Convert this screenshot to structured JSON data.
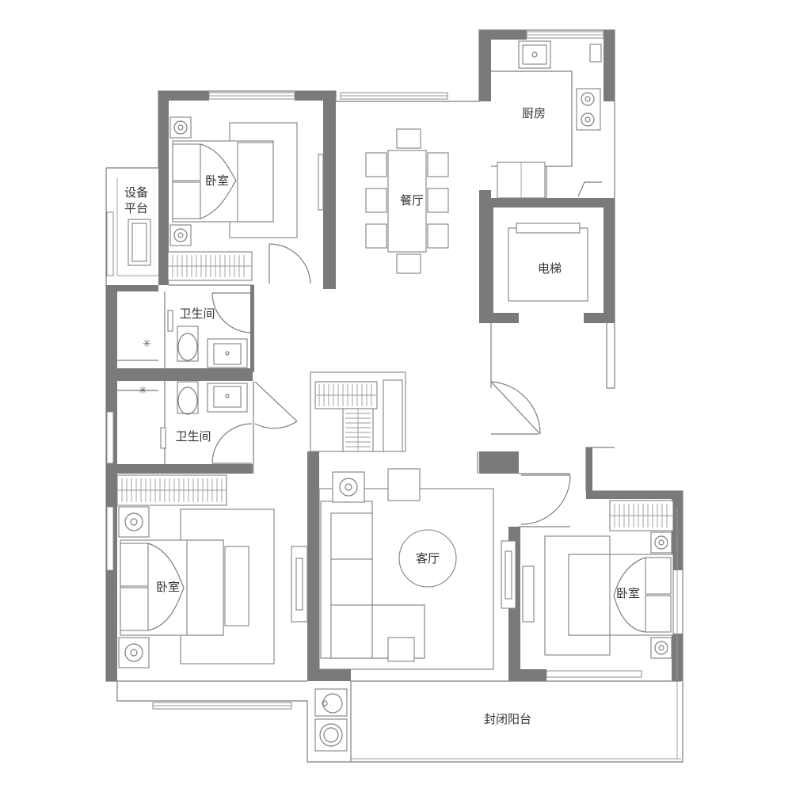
{
  "rooms": {
    "equipment_platform_line1": "设备",
    "equipment_platform_line2": "平台",
    "bedroom_top": "卧室",
    "dining": "餐厅",
    "kitchen": "厨房",
    "elevator": "电梯",
    "bathroom_top": "卫生间",
    "bathroom_bottom": "卫生间",
    "living": "客厅",
    "bedroom_left": "卧室",
    "bedroom_right": "卧室",
    "balcony": "封闭阳台"
  },
  "colors": {
    "wall": "#7a7a7a",
    "line": "#7e7e7e",
    "text": "#333333"
  }
}
